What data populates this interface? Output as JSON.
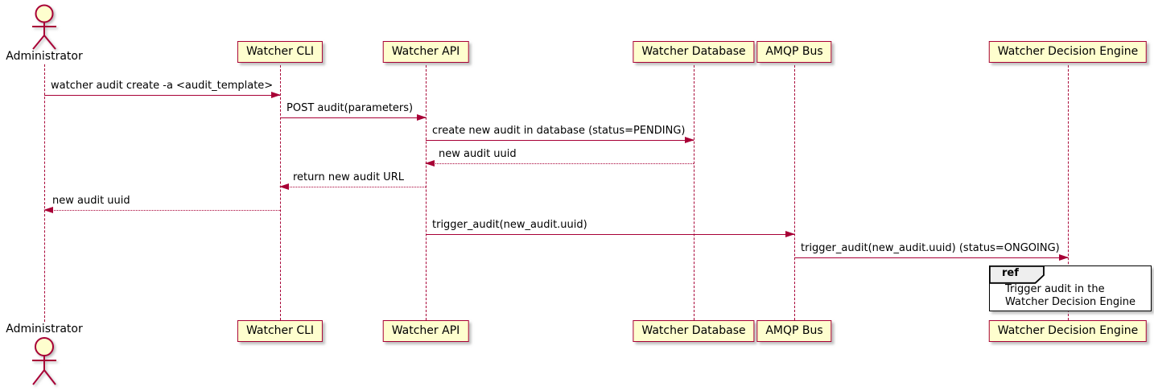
{
  "diagram_type": "uml-sequence-diagram",
  "actor": {
    "name": "Administrator"
  },
  "participants": [
    {
      "id": "watcher-cli",
      "label": "Watcher CLI"
    },
    {
      "id": "watcher-api",
      "label": "Watcher API"
    },
    {
      "id": "watcher-database",
      "label": "Watcher Database"
    },
    {
      "id": "amqp-bus",
      "label": "AMQP Bus"
    },
    {
      "id": "watcher-decision-engine",
      "label": "Watcher Decision Engine"
    }
  ],
  "messages": [
    {
      "from": "Administrator",
      "to": "Watcher CLI",
      "label": "watcher audit create -a <audit_template>",
      "line": "solid"
    },
    {
      "from": "Watcher CLI",
      "to": "Watcher API",
      "label": "POST audit(parameters)",
      "line": "solid"
    },
    {
      "from": "Watcher API",
      "to": "Watcher Database",
      "label": "create new audit in database (status=PENDING)",
      "line": "solid"
    },
    {
      "from": "Watcher Database",
      "to": "Watcher API",
      "label": "new audit uuid",
      "line": "dashed"
    },
    {
      "from": "Watcher API",
      "to": "Watcher CLI",
      "label": "return new audit URL",
      "line": "dashed"
    },
    {
      "from": "Watcher CLI",
      "to": "Administrator",
      "label": "new audit uuid",
      "line": "dashed"
    },
    {
      "from": "Watcher API",
      "to": "AMQP Bus",
      "label": "trigger_audit(new_audit.uuid)",
      "line": "solid"
    },
    {
      "from": "AMQP Bus",
      "to": "Watcher Decision Engine",
      "label": "trigger_audit(new_audit.uuid) (status=ONGOING)",
      "line": "solid"
    }
  ],
  "ref": {
    "keyword": "ref",
    "line1": "Trigger audit in the",
    "line2": "Watcher Decision Engine",
    "over": "Watcher Decision Engine"
  },
  "colors": {
    "stroke": "#A80036",
    "participant_fill": "#FEFECE",
    "text": "#000000",
    "ref_border": "#000000",
    "ref_tab_fill": "#EEEEEE",
    "background": "#FFFFFF"
  }
}
